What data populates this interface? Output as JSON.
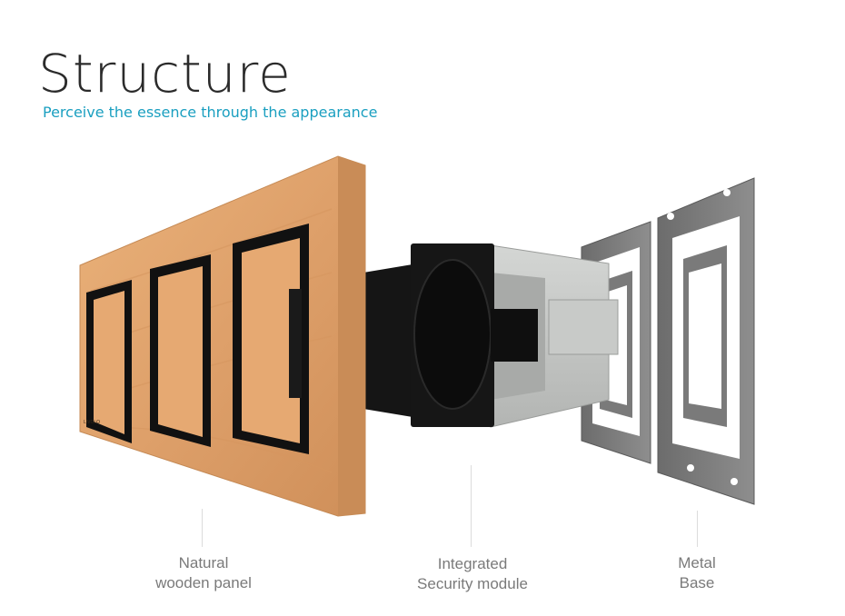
{
  "header": {
    "title": "Structure",
    "subtitle": "Perceive the essence  through the appearance"
  },
  "parts": [
    {
      "line1": "Natural",
      "line2": "wooden panel"
    },
    {
      "line1": "Integrated",
      "line2": "Security module"
    },
    {
      "line1": "Metal",
      "line2": "Base"
    }
  ],
  "brand_mark": "LIVOLO",
  "colors": {
    "accent": "#1a9fc0",
    "wood": "#e0a56e",
    "frame": "#111111",
    "metal": "#7d7d7d",
    "module": "#c4c6c4"
  }
}
